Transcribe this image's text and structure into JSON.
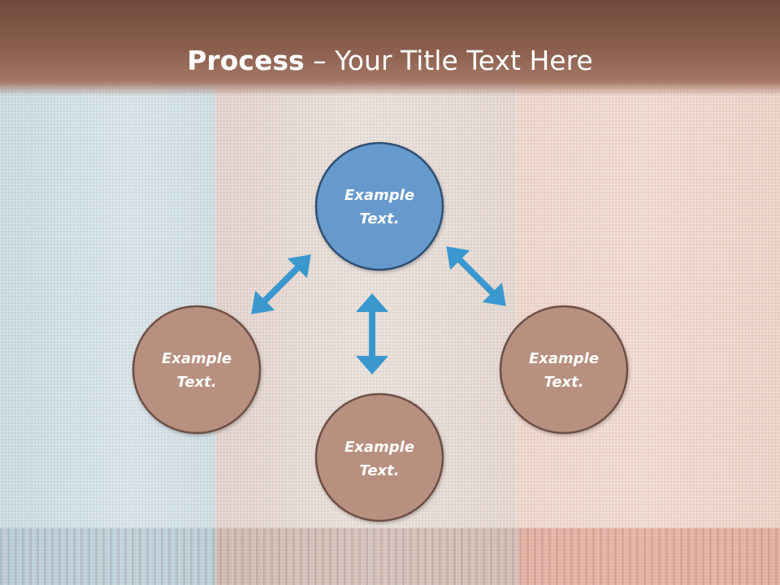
{
  "slide": {
    "title_bold": "Process",
    "title_sep": " – ",
    "title_rest": "Your Title Text Here"
  },
  "nodes": [
    {
      "id": "top",
      "line1": "Example",
      "line2": "Text.",
      "fill": "#6699cc",
      "stroke": "#2e4f73"
    },
    {
      "id": "left",
      "line1": "Example",
      "line2": "Text.",
      "fill": "#b8907f",
      "stroke": "#6e5044"
    },
    {
      "id": "right",
      "line1": "Example",
      "line2": "Text.",
      "fill": "#b8907f",
      "stroke": "#6e5044"
    },
    {
      "id": "bottom",
      "line1": "Example",
      "line2": "Text.",
      "fill": "#b8907f",
      "stroke": "#6e5044"
    }
  ],
  "colors": {
    "arrow": "#3a98cf",
    "title_text": "#ffffff"
  }
}
